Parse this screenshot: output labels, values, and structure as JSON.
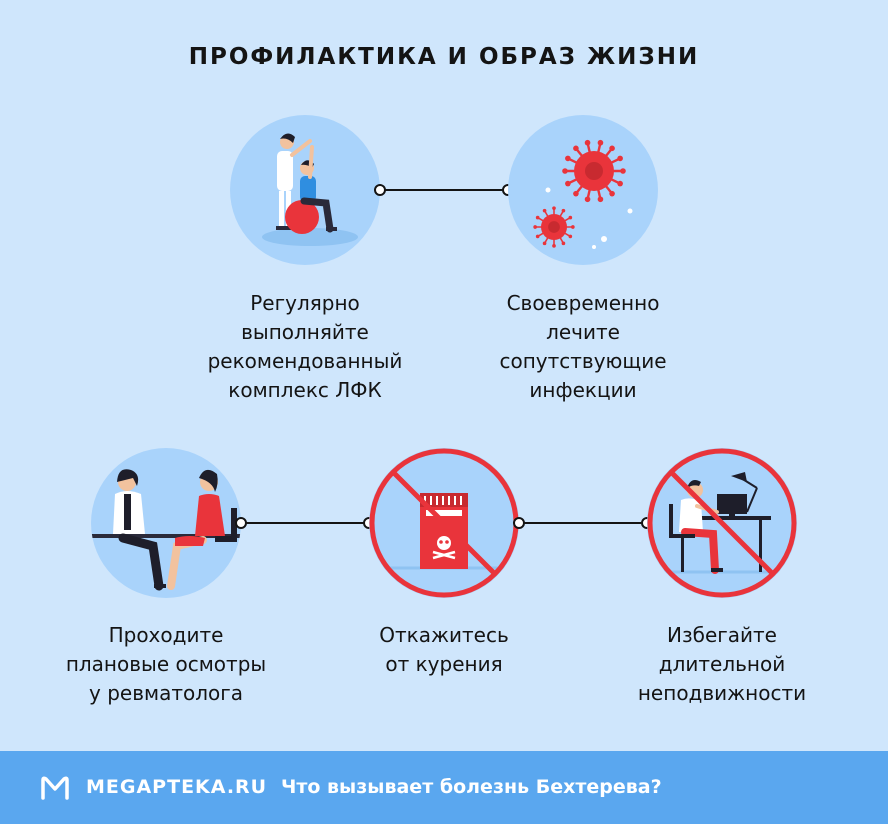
{
  "title": "ПРОФИЛАКТИКА И ОБРАЗ ЖИЗНИ",
  "items": [
    {
      "caption": [
        "Регулярно",
        "выполняйте",
        "рекомендованный",
        "комплекс ЛФК"
      ],
      "icon": "physiotherapy-icon"
    },
    {
      "caption": [
        "Своевременно",
        "лечите",
        "сопутствующие",
        "инфекции"
      ],
      "icon": "virus-icon"
    },
    {
      "caption": [
        "Проходите",
        "плановые осмотры",
        "у ревматолога"
      ],
      "icon": "doctor-visit-icon"
    },
    {
      "caption": [
        "Откажитесь",
        "от курения"
      ],
      "icon": "no-smoking-icon"
    },
    {
      "caption": [
        "Избегайте",
        "длительной",
        "неподвижности"
      ],
      "icon": "no-sitting-icon"
    }
  ],
  "footer": {
    "brand": "MEGAPTEKA.RU",
    "subtitle": "Что вызывает болезнь Бехтерева?"
  },
  "colors": {
    "background": "#cfe6fc",
    "circle": "#a9d3fb",
    "accent_red": "#e9343b",
    "footer": "#5aa7ef"
  }
}
